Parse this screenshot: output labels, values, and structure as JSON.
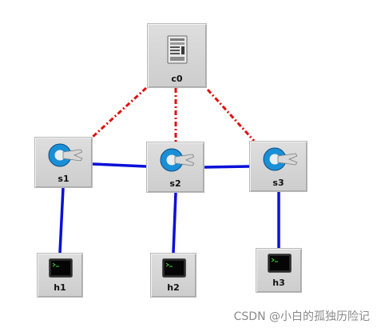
{
  "nodes": {
    "c0": {
      "label": "c0",
      "kind": "controller",
      "icon": "server-icon"
    },
    "s1": {
      "label": "s1",
      "kind": "switch",
      "icon": "switch-icon"
    },
    "s2": {
      "label": "s2",
      "kind": "switch",
      "icon": "switch-icon"
    },
    "s3": {
      "label": "s3",
      "kind": "switch",
      "icon": "switch-icon"
    },
    "h1": {
      "label": "h1",
      "kind": "host",
      "icon": "terminal-icon"
    },
    "h2": {
      "label": "h2",
      "kind": "host",
      "icon": "terminal-icon"
    },
    "h3": {
      "label": "h3",
      "kind": "host",
      "icon": "terminal-icon"
    }
  },
  "links": [
    {
      "from": "c0",
      "to": "s1",
      "style": "controller-link"
    },
    {
      "from": "c0",
      "to": "s2",
      "style": "controller-link"
    },
    {
      "from": "c0",
      "to": "s3",
      "style": "controller-link"
    },
    {
      "from": "s1",
      "to": "s2",
      "style": "data-link"
    },
    {
      "from": "s2",
      "to": "s3",
      "style": "data-link"
    },
    {
      "from": "s1",
      "to": "h1",
      "style": "data-link"
    },
    {
      "from": "s2",
      "to": "h2",
      "style": "data-link"
    },
    {
      "from": "s3",
      "to": "h3",
      "style": "data-link"
    }
  ],
  "colors": {
    "controller_link": "#e01010",
    "data_link": "#0a10d8",
    "switch_accent": "#1a8fd6"
  },
  "watermark": "CSDN @小白的孤独历险记"
}
